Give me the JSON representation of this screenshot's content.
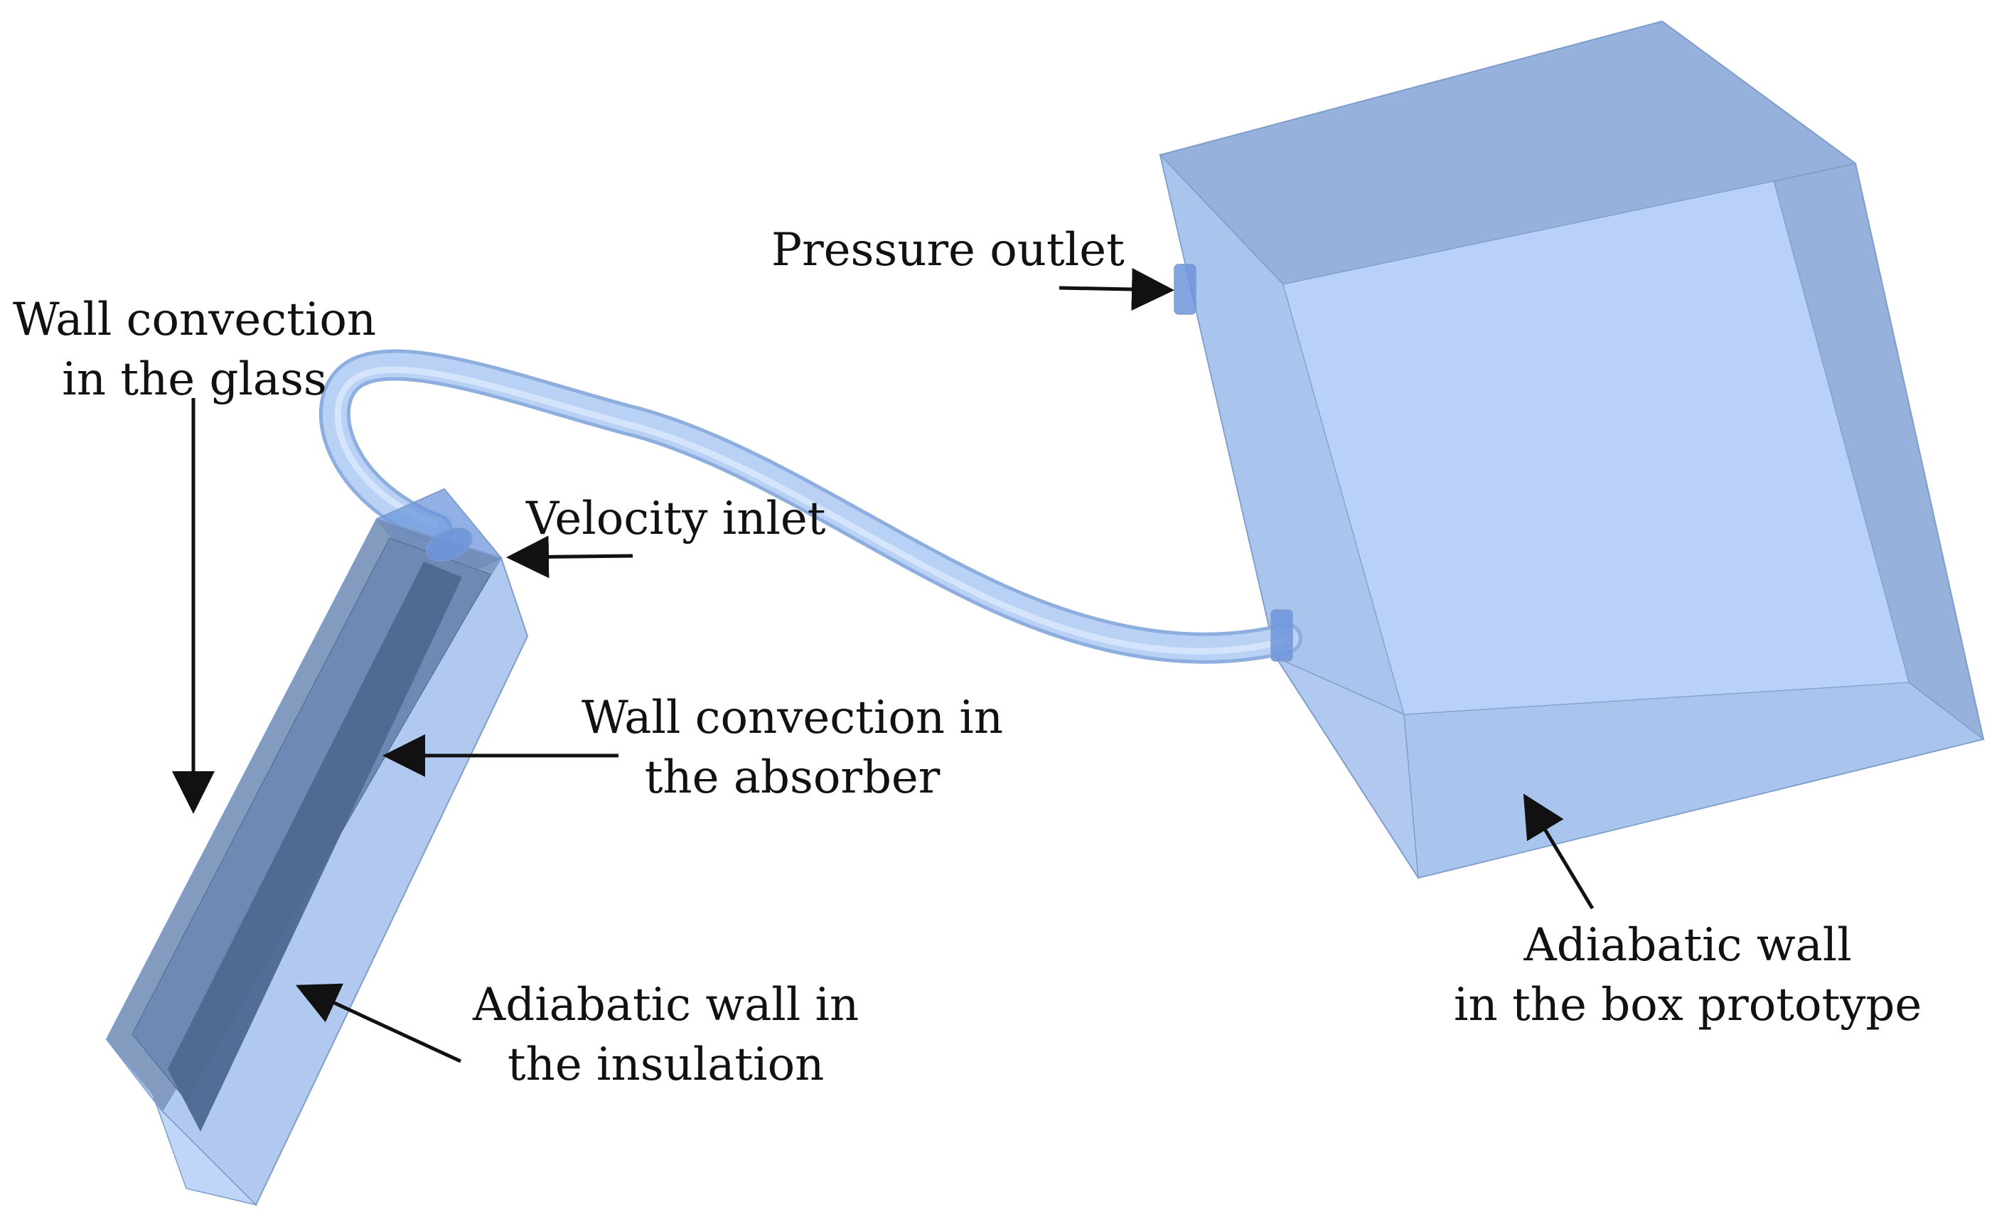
{
  "colors": {
    "body_fill": "#a9c3ec",
    "body_face_light": "#b9d2f8",
    "body_edge": "#7f9dcc",
    "absorber_fill": "#4f6890",
    "insulation_fill": "#6f89b5",
    "pipe_fill": "#b6cff2",
    "port_fill": "#6d95dc",
    "arrow": "#111111",
    "text": "#111111",
    "background": "#ffffff"
  },
  "labels": {
    "wall_glass": {
      "line1": "Wall convection",
      "line2": "in the glass"
    },
    "velocity_inlet": {
      "line1": "Velocity inlet"
    },
    "wall_absorber": {
      "line1": "Wall convection in",
      "line2": "the absorber"
    },
    "adiabatic_insulation": {
      "line1": "Adiabatic wall in",
      "line2": "the insulation"
    },
    "pressure_outlet": {
      "line1": "Pressure outlet"
    },
    "adiabatic_box": {
      "line1": "Adiabatic wall",
      "line2": "in the box prototype"
    }
  }
}
